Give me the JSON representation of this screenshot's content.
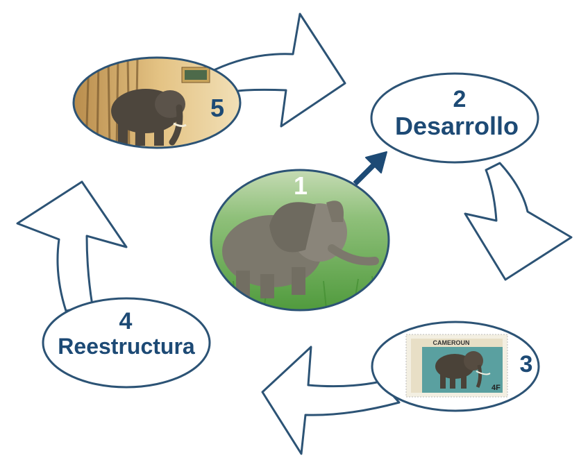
{
  "diagram": {
    "nodes": [
      {
        "id": "1",
        "number": "1",
        "label": "",
        "image": "baby-elephant-photo"
      },
      {
        "id": "2",
        "number": "2",
        "label": "Desarrollo"
      },
      {
        "id": "3",
        "number": "3",
        "label": "",
        "image": "elephant-postage-stamp",
        "stamp_text": "CAMEROUN",
        "stamp_value": "4F"
      },
      {
        "id": "4",
        "number": "4",
        "label": "Reestructura"
      },
      {
        "id": "5",
        "number": "5",
        "label": "",
        "image": "adult-elephant-painting"
      }
    ],
    "colors": {
      "outline": "#2c5375",
      "label": "#1d4a75",
      "arrow_fill": "#ffffff",
      "solid_arrow": "#1d4a75"
    }
  }
}
